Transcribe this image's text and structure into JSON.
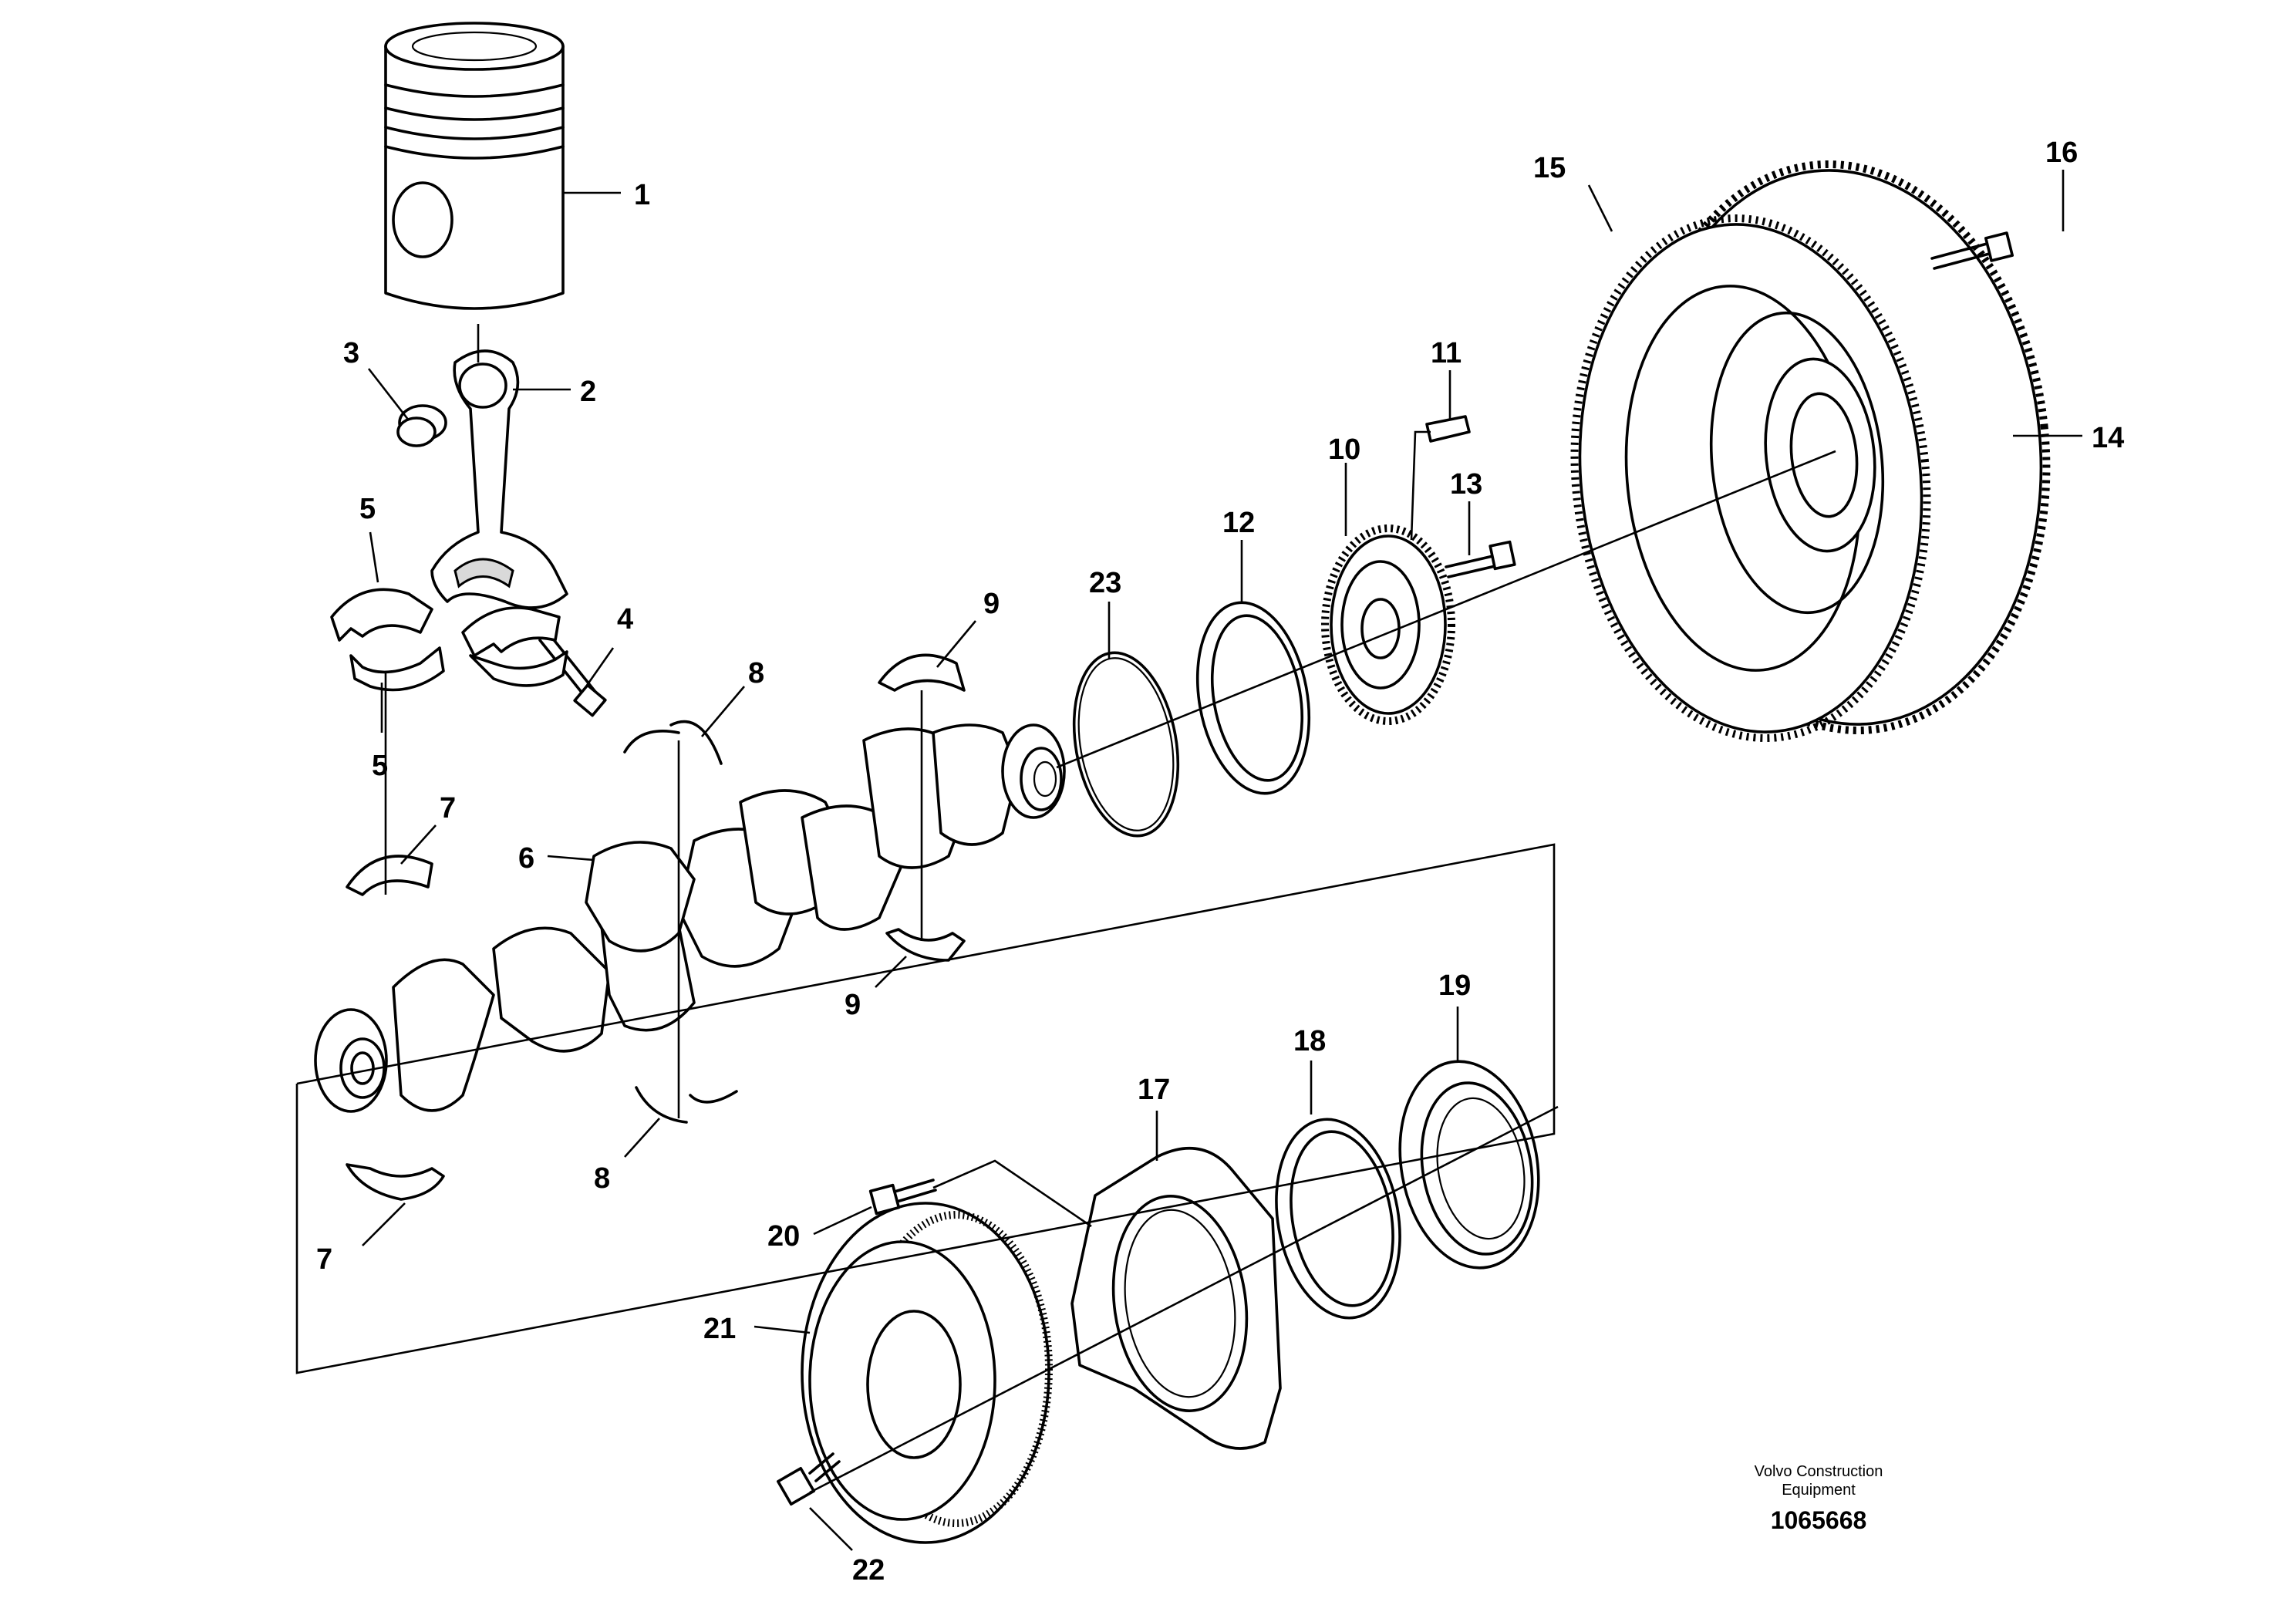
{
  "callouts": {
    "c1": "1",
    "c2": "2",
    "c3": "3",
    "c4": "4",
    "c5a": "5",
    "c5b": "5",
    "c6": "6",
    "c7a": "7",
    "c7b": "7",
    "c8a": "8",
    "c8b": "8",
    "c9a": "9",
    "c9b": "9",
    "c10": "10",
    "c11": "11",
    "c12": "12",
    "c13": "13",
    "c14": "14",
    "c15": "15",
    "c16": "16",
    "c17": "17",
    "c18": "18",
    "c19": "19",
    "c20": "20",
    "c21": "21",
    "c22": "22",
    "c23": "23"
  },
  "footer": {
    "brand_line1": "Volvo Construction",
    "brand_line2": "Equipment",
    "drawing_number": "1065668"
  }
}
